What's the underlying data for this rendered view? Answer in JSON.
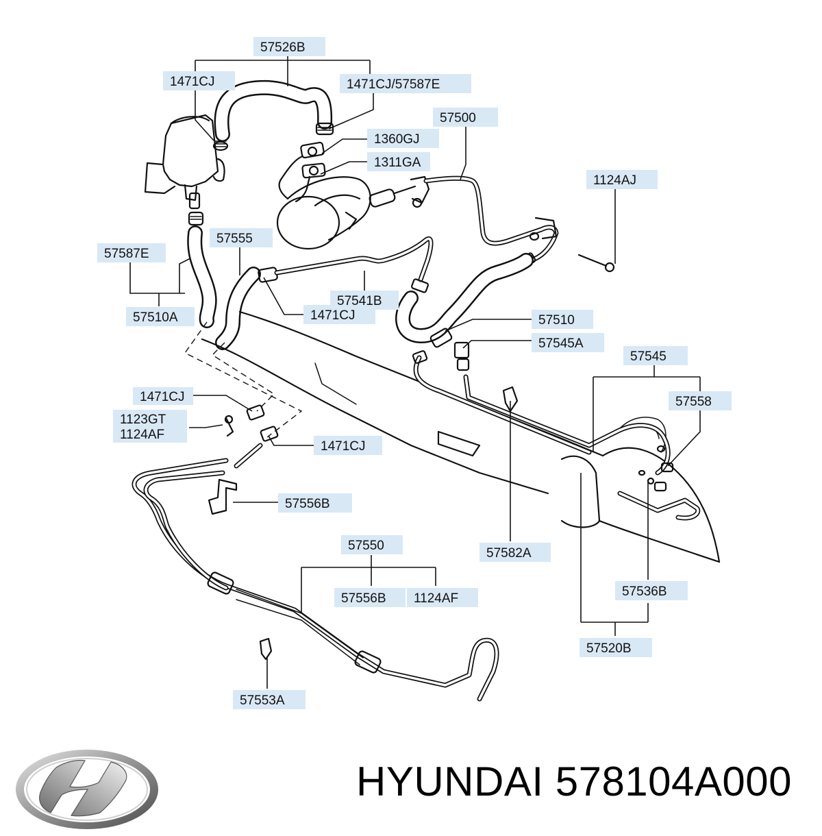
{
  "diagram": {
    "labels": {
      "l57526B": "57526B",
      "l1471CJ_top": "1471CJ",
      "l1471CJ_57587E": "1471CJ/57587E",
      "l57500": "57500",
      "l1360GJ": "1360GJ",
      "l1311GA": "1311GA",
      "l1124AJ": "1124AJ",
      "l57587E": "57587E",
      "l57555": "57555",
      "l57510A": "57510A",
      "l57541B": "57541B",
      "l1471CJ_mid": "1471CJ",
      "l57510": "57510",
      "l57545A": "57545A",
      "l57545": "57545",
      "l57558": "57558",
      "l1471CJ_left": "1471CJ",
      "l1123GT": "1123GT",
      "l1124AF_left": "1124AF",
      "l1471CJ_right": "1471CJ",
      "l57556B_upper": "57556B",
      "l57550": "57550",
      "l57582A": "57582A",
      "l57556B_lower": "57556B",
      "l1124AF_lower": "1124AF",
      "l57536B": "57536B",
      "l57553A": "57553A",
      "l57520B": "57520B"
    }
  },
  "footer": {
    "logo_icon": "hyundai-logo-icon",
    "brand_text": "HYUNDAI 578104A000"
  }
}
